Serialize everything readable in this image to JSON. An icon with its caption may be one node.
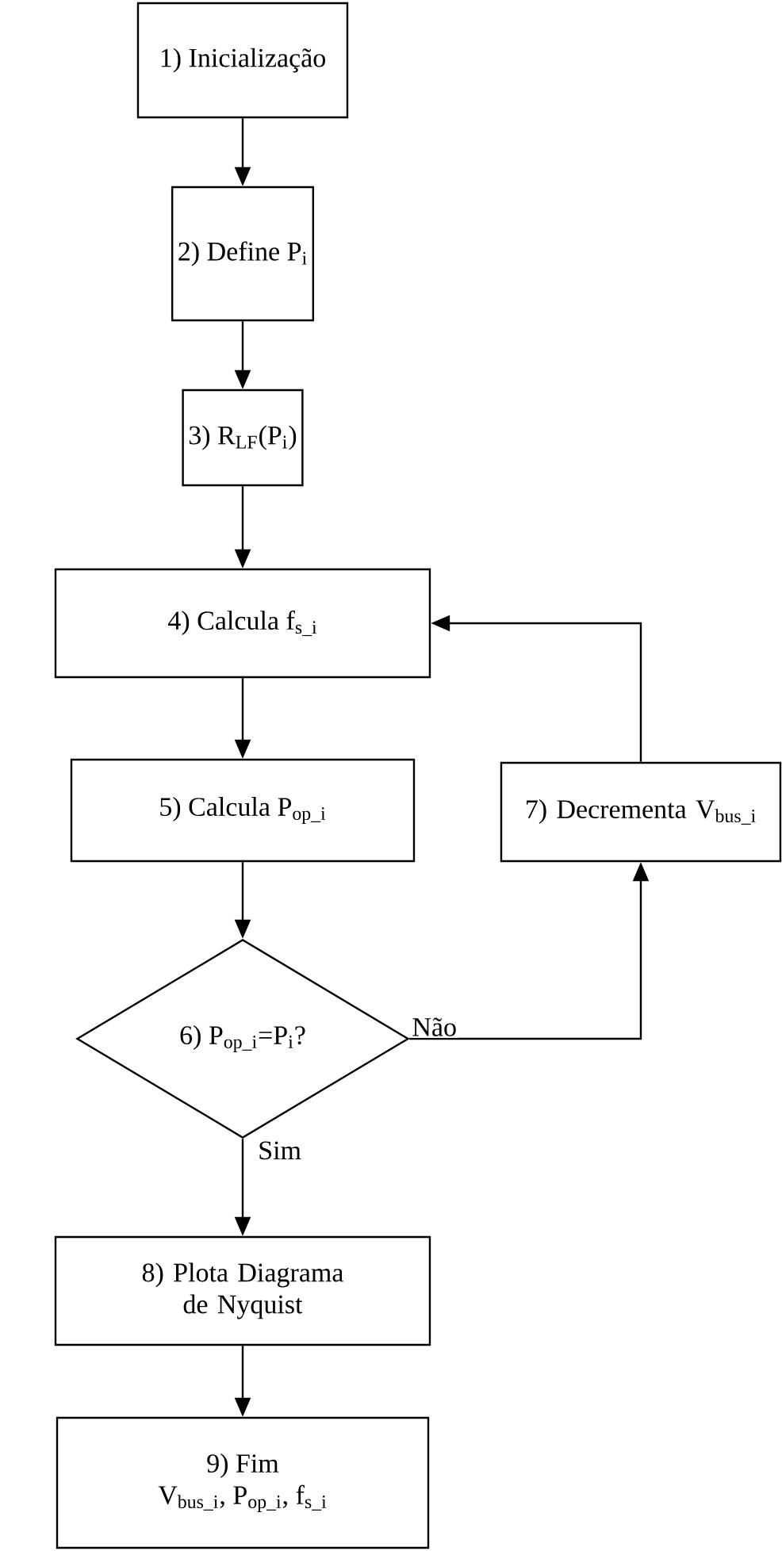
{
  "diagram": {
    "nodes": [
      {
        "text": [
          "1) Inicialização"
        ]
      },
      {
        "text": [
          "2) Define P$_{i}$"
        ]
      },
      {
        "text": [
          "3) R$_{LF}$(P$_{i}$)"
        ]
      },
      {
        "text": [
          "4) Calcula f$_{s_i}$"
        ]
      },
      {
        "text": [
          "5) Calcula P$_{op_i}$"
        ]
      },
      {
        "text": [
          "6) P$_{op_i}$=P$_{i}$?"
        ]
      },
      {
        "text": [
          "7) Decrementa V$_{bus_i}$"
        ]
      },
      {
        "text": [
          "8) Plota Diagrama de Nyquist"
        ]
      },
      {
        "text": [
          "9) Fim",
          "V$_{bus_i}$, P$_{op_i}$, f$_{s_i}$"
        ]
      }
    ],
    "edges": [
      {
        "from": 0,
        "to": 1,
        "arrow": "to"
      },
      {
        "from": 1,
        "to": 2,
        "arrow": "to"
      },
      {
        "from": 2,
        "to": 3,
        "arrow": "to"
      },
      {
        "from": 3,
        "to": 4,
        "arrow": "to"
      },
      {
        "from": 4,
        "to": 5,
        "arrow": "to"
      },
      {
        "from": 5,
        "to": 6,
        "arrow": "to",
        "label": "Não"
      },
      {
        "from": 6,
        "to": 3,
        "arrow": "to"
      },
      {
        "from": 5,
        "to": 7,
        "arrow": "to",
        "label": "Sim"
      },
      {
        "from": 7,
        "to": 8,
        "arrow": "to"
      }
    ]
  }
}
